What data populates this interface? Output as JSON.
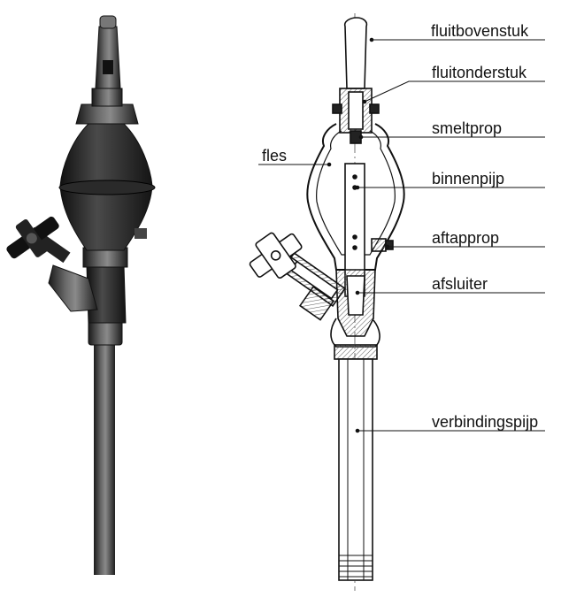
{
  "figure": {
    "labels": {
      "fluitbovenstuk": "fluitbovenstuk",
      "fluitonderstuk": "fluitonderstuk",
      "smeltprop": "smeltprop",
      "fles": "fles",
      "binnenpijp": "binnenpijp",
      "aftapprop": "aftapprop",
      "afsluiter": "afsluiter",
      "verbindingspijp": "verbindingspijp"
    }
  }
}
